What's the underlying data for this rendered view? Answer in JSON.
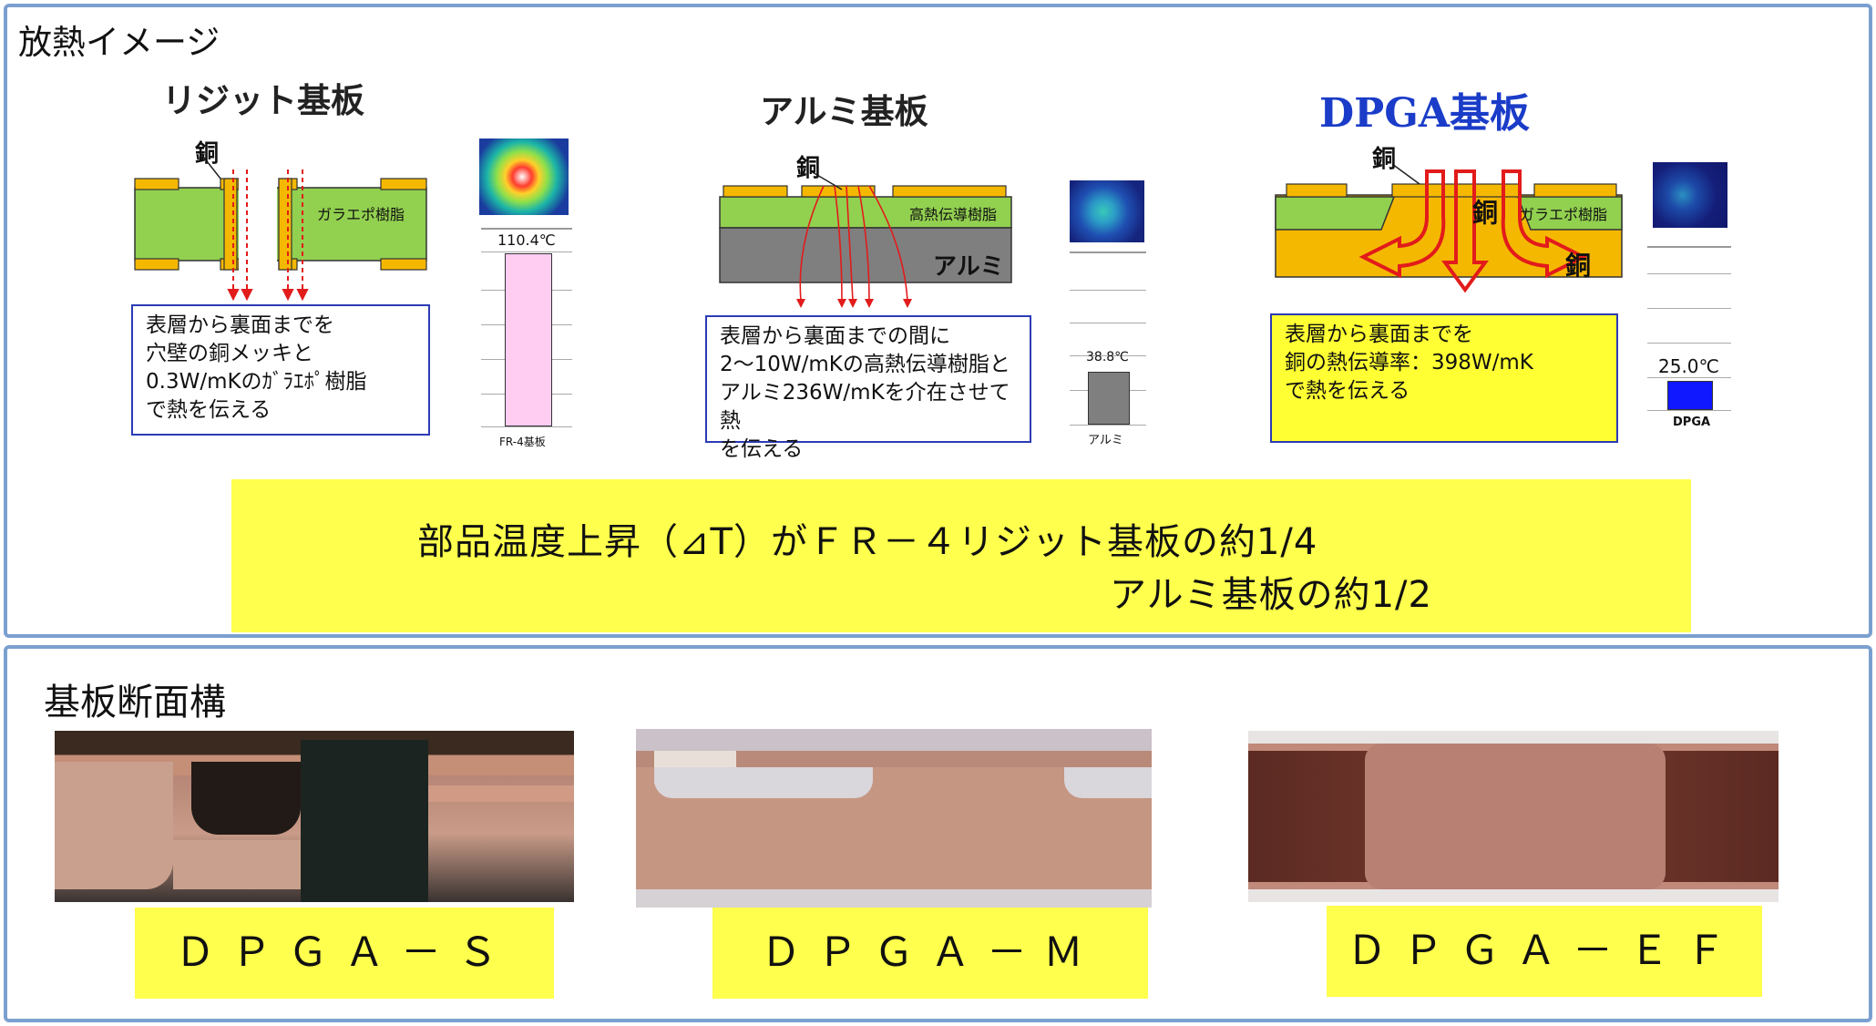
{
  "top": {
    "title": "放熱イメージ",
    "rigid": {
      "title": "リジット基板",
      "copper": "銅",
      "resin": "ガラエポ樹脂",
      "note": [
        "表層から裏面までを",
        "穴壁の銅メッキと",
        "0.3W/mKのｶﾞﾗｴﾎﾟ樹脂",
        "で熱を伝える"
      ],
      "temp": "110.4℃",
      "caption": "FR-4基板"
    },
    "alu": {
      "title": "アルミ基板",
      "copper": "銅",
      "resin": "高熱伝導樹脂",
      "base": "アルミ",
      "note": [
        "表層から裏面までの間に",
        "2～10W/mKの高熱伝導樹脂と",
        "アルミ236W/mKを介在させて熱",
        "を伝える"
      ],
      "temp": "38.8℃",
      "caption": "アルミ"
    },
    "dpga": {
      "title": "DPGA基板",
      "copper": "銅",
      "copper_mid": "銅",
      "resin": "ガラエポ樹脂",
      "base": "銅",
      "note": [
        "表層から裏面までを",
        "銅の熱伝導率：398W/mK",
        "で熱を伝える"
      ],
      "temp": "25.0℃",
      "caption": "DPGA"
    },
    "summary": [
      "部品温度上昇（⊿T）がＦＲ－４リジット基板の約1/4",
      "アルミ基板の約1/2"
    ]
  },
  "bottom": {
    "title": "基板断面構",
    "labels": [
      "ＤＰＧＡ－Ｓ",
      "ＤＰＧＡ－Ｍ",
      "ＤＰＧＡ－ＥＦ"
    ]
  },
  "colors": {
    "copper": "#f5b800",
    "resin": "#92d050",
    "alu": "#7f7f7f",
    "frame": "#7ba0cf",
    "highlight": "#ffff4d",
    "dpga_title": "#1a3cc8"
  }
}
